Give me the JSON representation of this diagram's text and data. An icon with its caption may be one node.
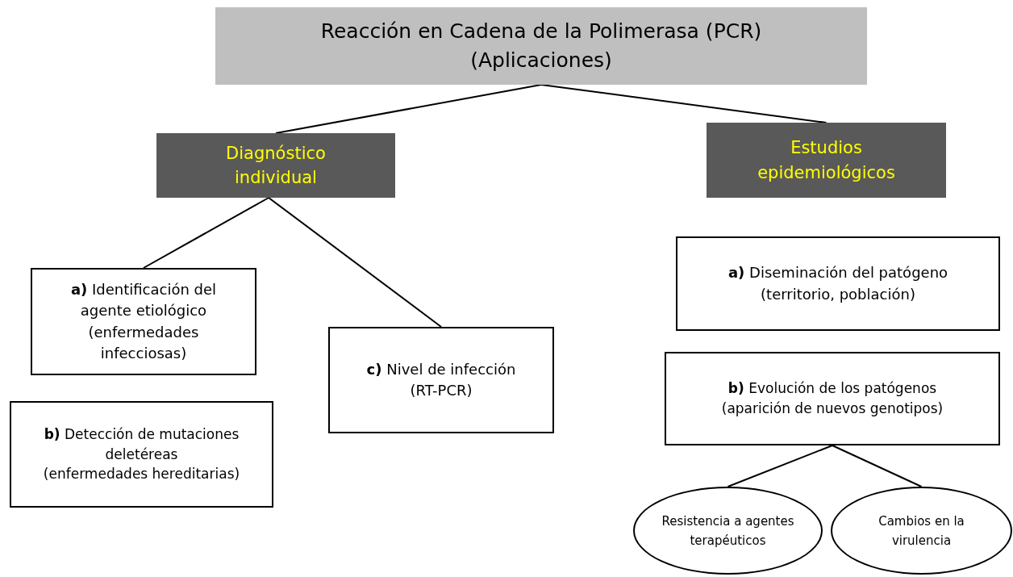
{
  "diagram": {
    "nodes": [
      {
        "text": [
          "Reacción en Cadena de la Polimerasa (PCR)",
          "(Aplicaciones)"
        ]
      },
      {
        "text": [
          "Diagnóstico individual"
        ]
      },
      {
        "text": [
          "Estudios epidemiológicos"
        ]
      },
      {
        "text": [
          "**a)** Identificación del agente etiológico",
          "(enfermedades infecciosas)"
        ]
      },
      {
        "text": [
          "**b)** Detección de mutaciones deletéreas",
          "(enfermedades hereditarias)"
        ]
      },
      {
        "text": [
          "**c)** Nivel de infección",
          "(RT-PCR)"
        ]
      },
      {
        "text": [
          "**a)** Diseminación del patógeno",
          "(territorio, población)"
        ]
      },
      {
        "text": [
          "**b)** Evolución de los patógenos",
          "(aparición de nuevos genotipos)"
        ]
      },
      {
        "text": [
          "Resistencia a agentes terapéuticos"
        ]
      },
      {
        "text": [
          "Cambios en la virulencia"
        ]
      }
    ],
    "edges": [
      {
        "from": 0,
        "to": 1,
        "arrow": "none"
      },
      {
        "from": 0,
        "to": 2,
        "arrow": "none"
      },
      {
        "from": 1,
        "to": 3,
        "arrow": "none"
      },
      {
        "from": 1,
        "to": 5,
        "arrow": "none"
      },
      {
        "from": 7,
        "to": 8,
        "arrow": "none"
      },
      {
        "from": 7,
        "to": 9,
        "arrow": "none"
      }
    ]
  }
}
